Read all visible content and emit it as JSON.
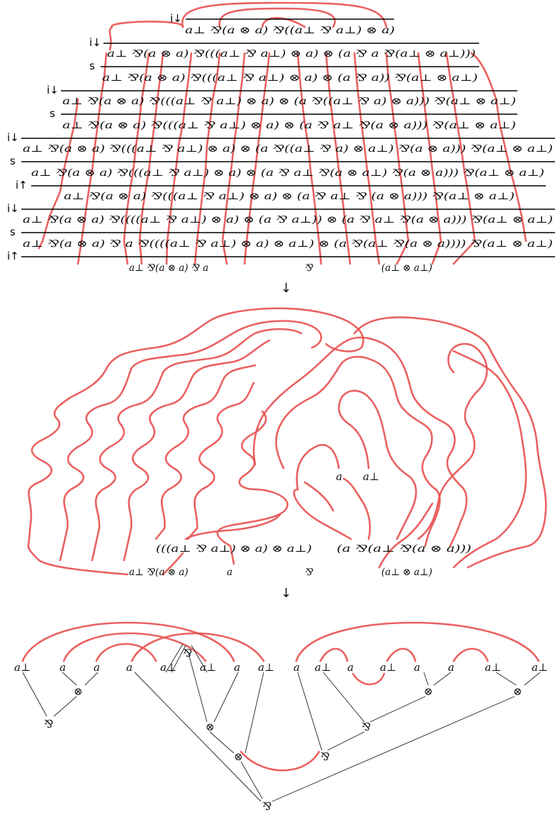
{
  "derivation": {
    "rows": [
      {
        "rule": "i↓",
        "text": "a⊥ ⅋(a ⊗ a) ⅋((a⊥ ⅋ a⊥) ⊗ a)"
      },
      {
        "rule": "i↓",
        "text": "a⊥ ⅋(a ⊗ a) ⅋(((a⊥ ⅋ a⊥) ⊗ a) ⊗ (a ⅋ a ⅋(a⊥ ⊗ a⊥)))"
      },
      {
        "rule": "s",
        "text": "a⊥ ⅋(a ⊗ a) ⅋(((a⊥ ⅋ a⊥) ⊗ a) ⊗ (a ⅋ a)) ⅋(a⊥ ⊗ a⊥)"
      },
      {
        "rule": "i↓",
        "text": "a⊥ ⅋(a ⊗ a) ⅋(((a⊥ ⅋ a⊥) ⊗ a) ⊗ (a ⅋((a⊥ ⅋ a) ⊗ a))) ⅋(a⊥ ⊗ a⊥)"
      },
      {
        "rule": "s",
        "text": "a⊥ ⅋(a ⊗ a) ⅋(((a⊥ ⅋ a⊥) ⊗ a) ⊗ (a ⅋ a⊥ ⅋(a ⊗ a))) ⅋(a⊥ ⊗ a⊥)"
      },
      {
        "rule": "i↓",
        "text": "a⊥ ⅋(a ⊗ a) ⅋(((a⊥ ⅋ a⊥) ⊗ a) ⊗ (a ⅋((a⊥ ⅋ a) ⊗ a⊥) ⅋(a ⊗ a))) ⅋(a⊥ ⊗ a⊥)"
      },
      {
        "rule": "s",
        "text": "a⊥ ⅋(a ⊗ a) ⅋(((a⊥ ⅋ a⊥) ⊗ a) ⊗ (a ⅋ a⊥ ⅋(a ⊗ a⊥) ⅋(a ⊗ a))) ⅋(a⊥ ⊗ a⊥)"
      },
      {
        "rule": "i↑",
        "text": "a⊥ ⅋(a ⊗ a) ⅋(((a⊥ ⅋ a⊥) ⊗ a) ⊗ (a ⅋ a⊥ ⅋ (a ⊗ a))) ⅋(a⊥ ⊗ a⊥)"
      },
      {
        "rule": "i↓",
        "text": "a⊥ ⅋(a ⊗ a) ⅋((((a⊥ ⅋ a⊥) ⊗ a) ⊗ (a ⅋ a⊥)) ⊗ (a ⅋ a⊥ ⅋(a ⊗ a))) ⅋(a⊥ ⊗ a⊥)"
      },
      {
        "rule": "s",
        "text": "a⊥ ⅋(a ⊗ a) ⅋ a ⅋((((a⊥ ⅋ a⊥) ⊗ a) ⊗ a⊥) ⊗ (a ⅋(a⊥ ⅋(a ⊗ a)))) ⅋(a⊥ ⊗ a⊥)"
      },
      {
        "rule": "i↑",
        "text": ""
      }
    ],
    "conclusion": {
      "left": "a⊥ ⅋(a ⊗ a) ⅋ a",
      "middle": "⅋",
      "right": "(a⊥ ⊗ a⊥)"
    }
  },
  "arrow_1": "↓",
  "arrow_2": "↓",
  "middle": {
    "inner_left": "a",
    "inner_right": "a⊥",
    "formula_left": "(((a⊥ ⅋ a⊥) ⊗ a) ⊗ a⊥)",
    "formula_right": "(a ⅋(a⊥ ⅋(a ⊗ a)))",
    "bottom_1": "a⊥ ⅋(a ⊗ a)",
    "bottom_2": "a",
    "bottom_3": "⅋",
    "bottom_4": "(a⊥ ⊗ a⊥)"
  },
  "tree": {
    "leaves": [
      "a⊥",
      "a",
      "a",
      "a",
      "a⊥",
      "a⊥",
      "a",
      "a⊥",
      "a",
      "a⊥",
      "a",
      "a⊥",
      "a",
      "a",
      "a⊥",
      "a⊥"
    ],
    "par": "⅋",
    "tensor": "⊗"
  },
  "colors": {
    "wire": "#e8504f",
    "rule": "#000000"
  }
}
